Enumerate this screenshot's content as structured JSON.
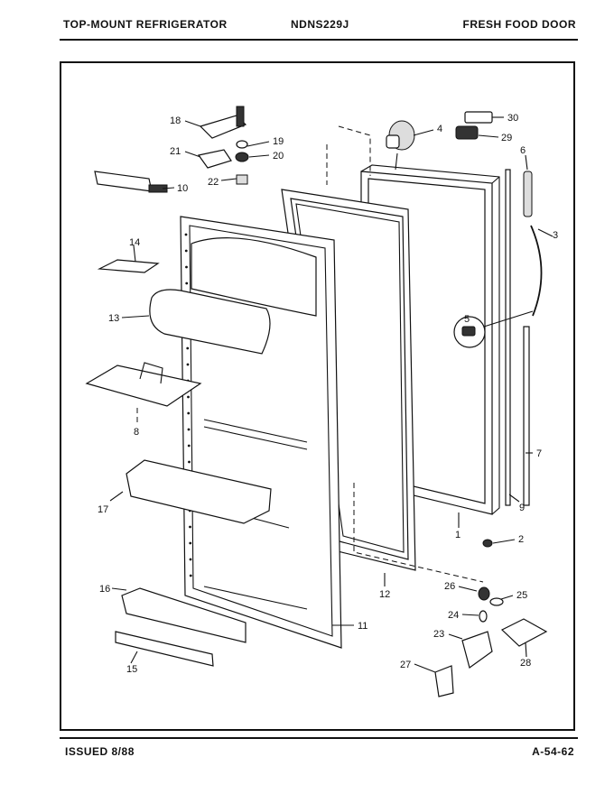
{
  "header": {
    "left": "TOP-MOUNT REFRIGERATOR",
    "model": "NDNS229J",
    "right": "FRESH FOOD DOOR"
  },
  "footer": {
    "issued": "ISSUED 8/88",
    "code": "A-54-62"
  },
  "callouts": {
    "c1": "1",
    "c2": "2",
    "c3": "3",
    "c4": "4",
    "c5": "5",
    "c6": "6",
    "c7": "7",
    "c8": "8",
    "c9": "9",
    "c10": "10",
    "c11": "11",
    "c12": "12",
    "c13": "13",
    "c14": "14",
    "c15": "15",
    "c16": "16",
    "c17": "17",
    "c18": "18",
    "c19": "19",
    "c20": "20",
    "c21": "21",
    "c22": "22",
    "c23": "23",
    "c24": "24",
    "c25": "25",
    "c26": "26",
    "c27": "27",
    "c28": "28",
    "c29": "29",
    "c30": "30"
  }
}
